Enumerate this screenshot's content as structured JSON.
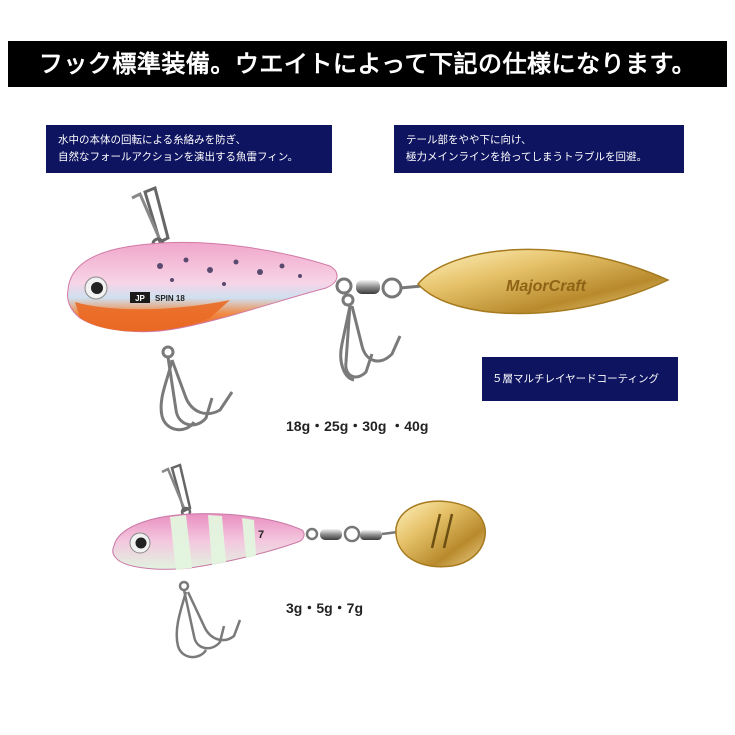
{
  "banner": {
    "text": "フック標準装備。ウエイトによって下記の仕様になります。"
  },
  "callouts": {
    "fin": {
      "line1": "水中の本体の回転による糸絡みを防ぎ、",
      "line2": "自然なフォールアクションを演出する魚雷フィン。"
    },
    "tail": {
      "line1": "テール部をやや下に向け、",
      "line2": "極力メインラインを拾ってしまうトラブルを回避。"
    },
    "blade": {
      "line1": "５層マルチレイヤードコーティング"
    }
  },
  "lures": {
    "large": {
      "weights": "18g・25g・30g ・40g",
      "body_marking": "JP",
      "model_marking": "SPIN 18",
      "blade_logo": "MajorCraft"
    },
    "small": {
      "weights": "3g・5g・7g",
      "body_marking": "7"
    }
  },
  "colors": {
    "banner_bg": "#000000",
    "callout_bg": "#0e1460",
    "gold": "#d6ab47",
    "pink": "#ef9fc6",
    "orange": "#ec6c2a",
    "glow": "#dff6dc"
  }
}
